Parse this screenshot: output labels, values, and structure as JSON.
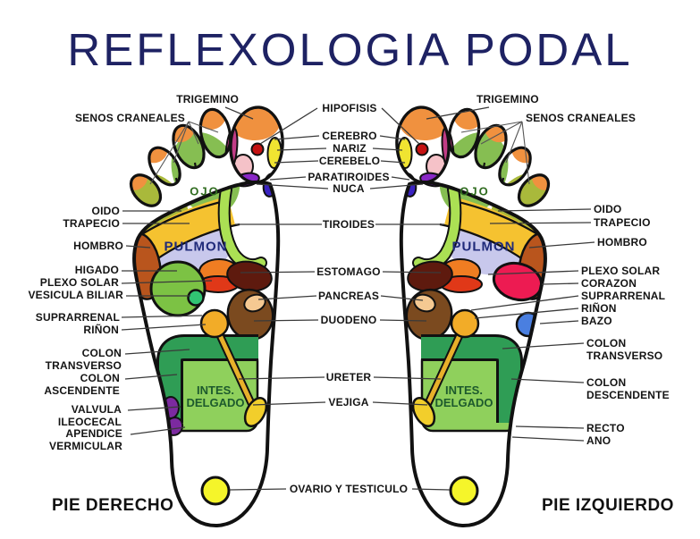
{
  "title": "REFLEXOLOGIA PODAL",
  "labels": {
    "left": [
      "TRIGEMINO",
      "SENOS CRANEALES",
      "OIDO",
      "TRAPECIO",
      "HOMBRO",
      "HIGADO",
      "PLEXO SOLAR",
      "VESICULA BILIAR",
      "SUPRARRENAL",
      "RIÑON",
      "COLON\nTRANSVERSO",
      "COLON\nASCENDENTE",
      "VALVULA\nILEOCECAL",
      "APENDICE\nVERMICULAR"
    ],
    "center": [
      "HIPOFISIS",
      "CEREBRO",
      "NARIZ",
      "CEREBELO",
      "PARATIROIDES",
      "NUCA",
      "TIROIDES",
      "ESTOMAGO",
      "PANCREAS",
      "DUODENO",
      "URETER",
      "VEJIGA",
      "OVARIO Y TESTICULO"
    ],
    "right": [
      "TRIGEMINO",
      "SENOS CRANEALES",
      "OIDO",
      "TRAPECIO",
      "HOMBRO",
      "PLEXO SOLAR",
      "CORAZON",
      "SUPRARRENAL",
      "RIÑON",
      "BAZO",
      "COLON\nTRANSVERSO",
      "COLON\nDESCENDENTE",
      "RECTO",
      "ANO"
    ],
    "in_foot": {
      "eye": "OJO",
      "lung": "PULMON",
      "small_intestine": "INTES.\nDELGADO"
    }
  },
  "footer": {
    "left_foot": "PIE DERECHO",
    "right_foot": "PIE IZQUIERDO"
  },
  "palette": {
    "title_text": "#1e2263",
    "label_text": "#141414",
    "outline": "#111111",
    "toe_tip_orange": "#f0913f",
    "eye_zone_green": "#86be52",
    "ear_zone_olive": "#a9b93b",
    "trapeze_yellow": "#f5c230",
    "lung_lavender": "#c8c8ec",
    "shoulder_brick": "#b9551d",
    "thyroid_light_green": "#abe054",
    "stomach_orange": "#f07d22",
    "solar_plexus_red": "#e03818",
    "maroon": "#5e1a0e",
    "duodenum_brown": "#7b4a1f",
    "pancreas_tan": "#f5c992",
    "liver_green": "#7cc244",
    "gallbladder_green": "#31c473",
    "kidney_amber": "#f2ac28",
    "ureter_amber": "#e8b02a",
    "bladder_yellow": "#f2ce2b",
    "colon_dark_green": "#2f9d55",
    "small_intestine_green": "#8fd05c",
    "valve_purple": "#7c2aa0",
    "heart_crimson": "#ed1b52",
    "spleen_blue": "#4a7fe0",
    "heel_yellow": "#f5f52a",
    "pituitary_red": "#c41212",
    "big_toe_yellow_oval": "#f0e431",
    "big_toe_pink": "#f5c2c8",
    "big_toe_magenta": "#c13c86",
    "big_toe_purple": "#8928c6",
    "big_toe_blue_violet": "#3a23c2"
  }
}
